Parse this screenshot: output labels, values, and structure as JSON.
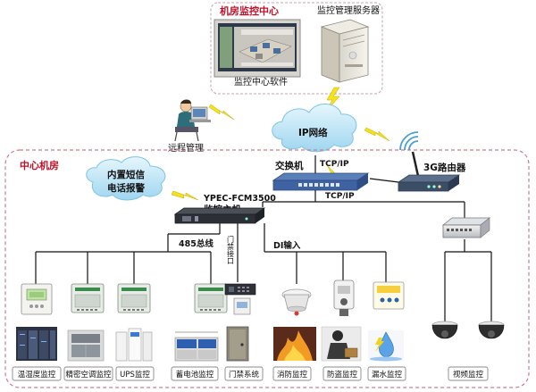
{
  "colors": {
    "accent_red": "#c0102a",
    "line_black": "#111111",
    "lightning_yellow": "#f4e21a",
    "cloud_blue": "#bfe6f7",
    "border_dash": "#d07a8c"
  },
  "monitoring_center": {
    "title": "机房监控中心",
    "server_label": "监控管理服务器",
    "software_label": "监控中心软件"
  },
  "network": {
    "ip_cloud": "IP网络",
    "remote_label": "远程管理"
  },
  "machine_room": {
    "title": "中心机房",
    "sms_cloud_line1": "内置短信",
    "sms_cloud_line2": "电话报警",
    "switch_label": "交换机",
    "router_label": "3G路由器",
    "tcpip_1": "TCP/IP",
    "tcpip_2": "TCP/IP",
    "host_line1": "YPEC-FCM3500",
    "host_line2": "监控主机",
    "bus_485": "485总线",
    "di_input": "DI输入",
    "door_port": "门禁接口"
  },
  "modules": [
    {
      "icon": "temp-humidity-sensor",
      "photo": "server-racks",
      "caption": "温湿度监控"
    },
    {
      "icon": "ac-controller",
      "photo": "precision-ac-unit",
      "caption": "精密空调监控"
    },
    {
      "icon": "ups-controller",
      "photo": "ups-cabinets",
      "caption": "UPS监控"
    },
    {
      "icon": "battery-controller",
      "photo": "battery-bank",
      "caption": "蓄电池监控"
    },
    {
      "icon": "card-reader",
      "photo": "door",
      "caption": "门禁系统"
    },
    {
      "icon": "smoke-detector",
      "photo": "fire",
      "caption": "消防监控"
    },
    {
      "icon": "motion-sensor",
      "photo": "thief",
      "caption": "防盗监控"
    },
    {
      "icon": "water-leak-sensor",
      "photo": "water-leak",
      "caption": "漏水监控"
    },
    {
      "icon": "dome-camera",
      "photo": "dome-cameras",
      "caption": "视频监控"
    }
  ]
}
